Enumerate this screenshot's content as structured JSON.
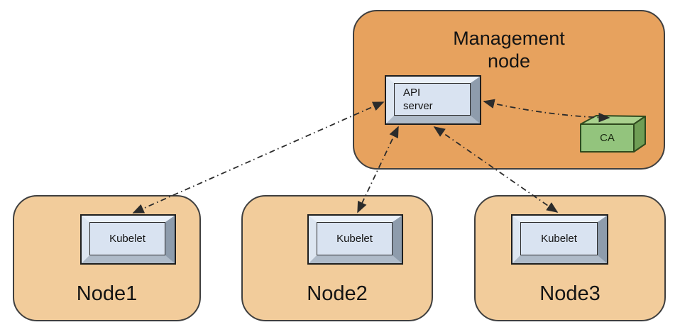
{
  "colors": {
    "management_fill": "#E7A25E",
    "node_fill": "#F2CC9B",
    "node_border": "#3F3F3F",
    "box_face": "#D9E3F1",
    "bevel_top": "#EAF0F8",
    "bevel_left": "#DDE6F1",
    "bevel_right": "#8E9CAC",
    "bevel_bottom": "#AFBBC9",
    "ca_front": "#93C47D",
    "ca_top": "#A9D18E",
    "ca_side": "#6F9E55",
    "ca_border": "#2F4A1E",
    "arrow": "#2B2B2B",
    "text": "#141414"
  },
  "management_node": {
    "label": "Management\nnode",
    "api_server_label": "API\nserver",
    "ca_label": "CA"
  },
  "nodes": [
    {
      "label": "Node1",
      "component": "Kubelet"
    },
    {
      "label": "Node2",
      "component": "Kubelet"
    },
    {
      "label": "Node3",
      "component": "Kubelet"
    }
  ],
  "edges": [
    {
      "from": "api-server",
      "to": "node1-kubelet",
      "style": "dash-dot",
      "arrows": "both"
    },
    {
      "from": "api-server",
      "to": "node2-kubelet",
      "style": "dash-dot",
      "arrows": "both"
    },
    {
      "from": "api-server",
      "to": "node3-kubelet",
      "style": "dash-dot",
      "arrows": "both"
    },
    {
      "from": "api-server",
      "to": "ca",
      "style": "dash-dot",
      "arrows": "both"
    }
  ]
}
